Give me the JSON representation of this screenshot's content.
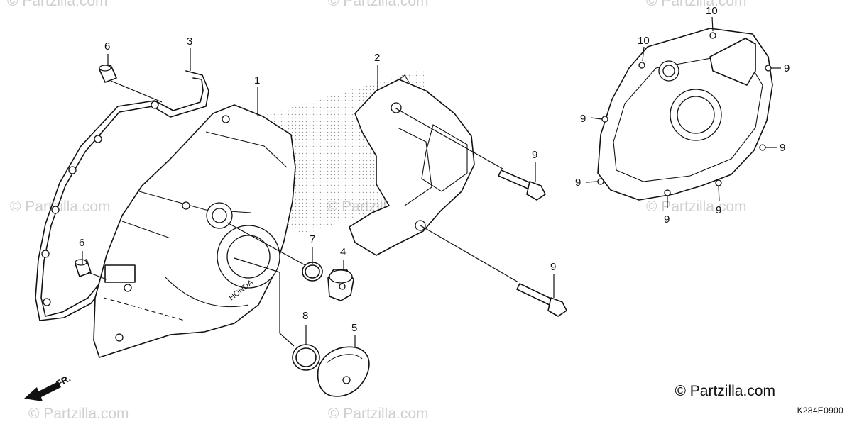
{
  "diagram": {
    "callouts": [
      {
        "id": "c6a",
        "label": "6"
      },
      {
        "id": "c3",
        "label": "3"
      },
      {
        "id": "c1",
        "label": "1"
      },
      {
        "id": "c2",
        "label": "2"
      },
      {
        "id": "c6b",
        "label": "6"
      },
      {
        "id": "c7",
        "label": "7"
      },
      {
        "id": "c4",
        "label": "4"
      },
      {
        "id": "c8",
        "label": "8"
      },
      {
        "id": "c5",
        "label": "5"
      },
      {
        "id": "c9a",
        "label": "9"
      },
      {
        "id": "c9b",
        "label": "9"
      },
      {
        "id": "c10a",
        "label": "10"
      },
      {
        "id": "c10b",
        "label": "10"
      },
      {
        "id": "c9c",
        "label": "9"
      },
      {
        "id": "c9d",
        "label": "9"
      },
      {
        "id": "c9e",
        "label": "9"
      },
      {
        "id": "c9f",
        "label": "9"
      },
      {
        "id": "c9g",
        "label": "9"
      },
      {
        "id": "c9h",
        "label": "9"
      }
    ],
    "embossed_text": "HONDA",
    "direction_label": "FR.",
    "watermark_text": "© Partzilla.com",
    "brand": "© Partzilla.com",
    "diagram_code": "K284E0900"
  }
}
